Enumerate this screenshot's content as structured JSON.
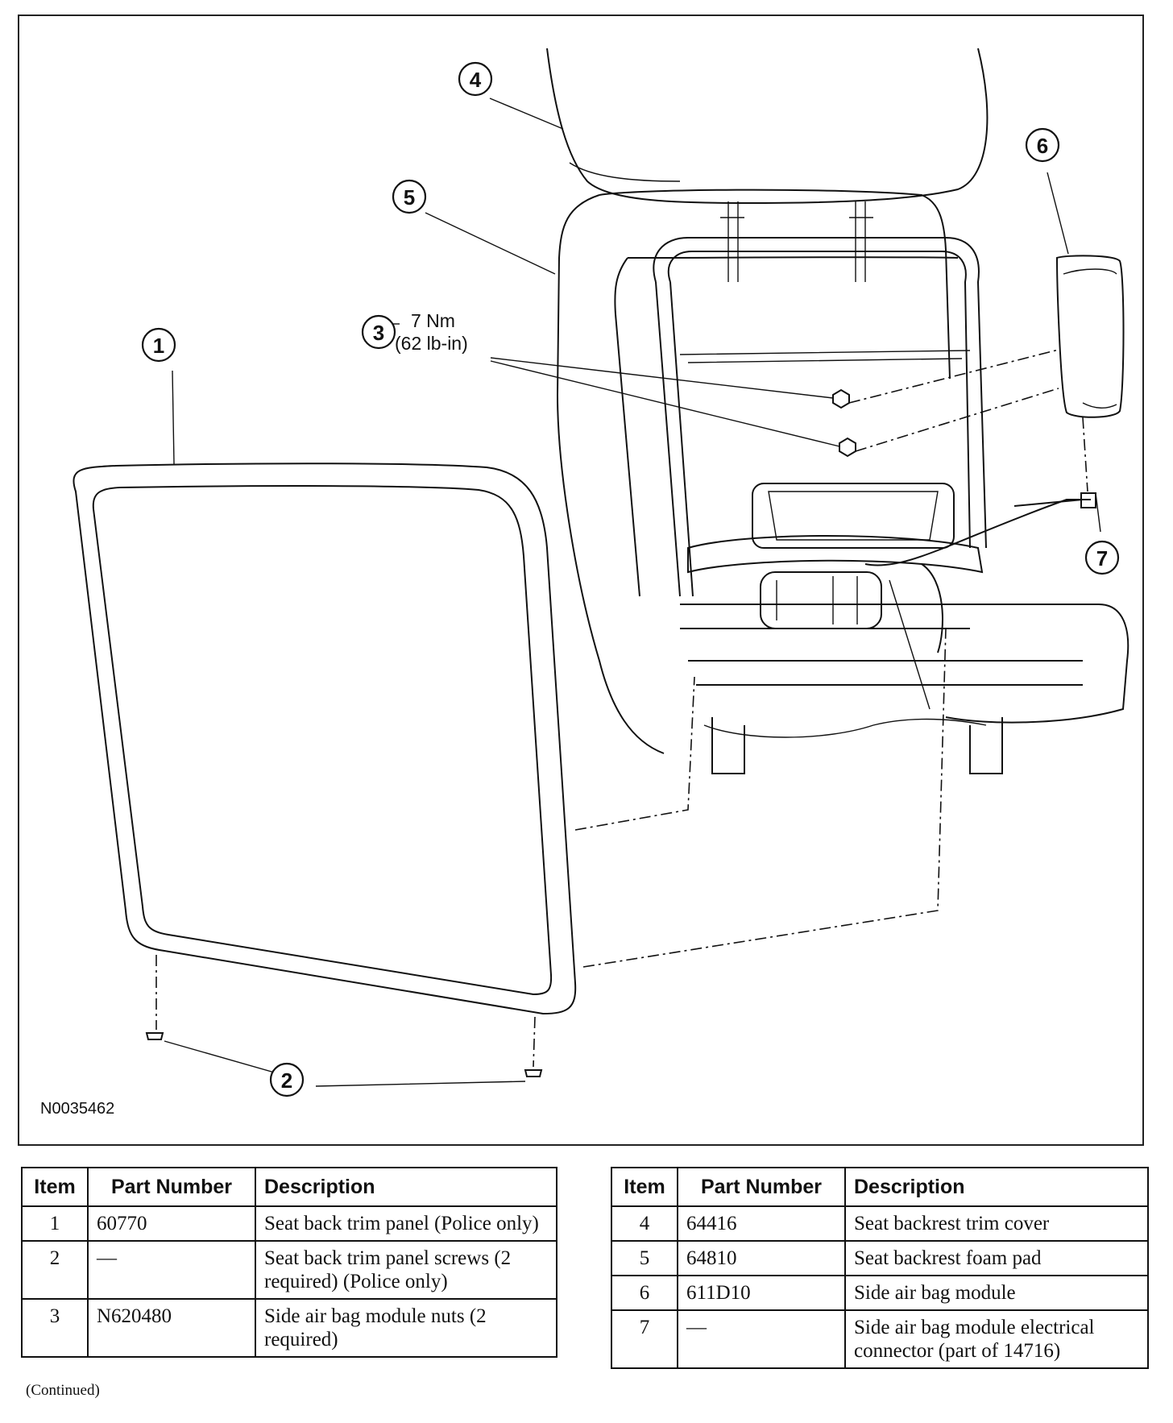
{
  "figure": {
    "id": "N0035462",
    "callouts": [
      "1",
      "2",
      "3",
      "4",
      "5",
      "6",
      "7"
    ],
    "torque_value": "7 Nm",
    "torque_value_alt": "(62 lb-in)"
  },
  "tables": {
    "headers": {
      "item": "Item",
      "part_number": "Part Number",
      "description": "Description"
    },
    "left": [
      {
        "item": "1",
        "part_number": "60770",
        "description": "Seat back trim panel (Police only)"
      },
      {
        "item": "2",
        "part_number": "—",
        "description": "Seat back trim panel screws (2 required) (Police only)"
      },
      {
        "item": "3",
        "part_number": "N620480",
        "description": "Side air bag module nuts (2 required)"
      }
    ],
    "right": [
      {
        "item": "4",
        "part_number": "64416",
        "description": "Seat backrest trim cover"
      },
      {
        "item": "5",
        "part_number": "64810",
        "description": "Seat backrest foam pad"
      },
      {
        "item": "6",
        "part_number": "611D10",
        "description": "Side air bag module"
      },
      {
        "item": "7",
        "part_number": "—",
        "description": "Side air bag module electrical connector (part of 14716)"
      }
    ]
  },
  "footer": {
    "continued": "(Continued)"
  }
}
